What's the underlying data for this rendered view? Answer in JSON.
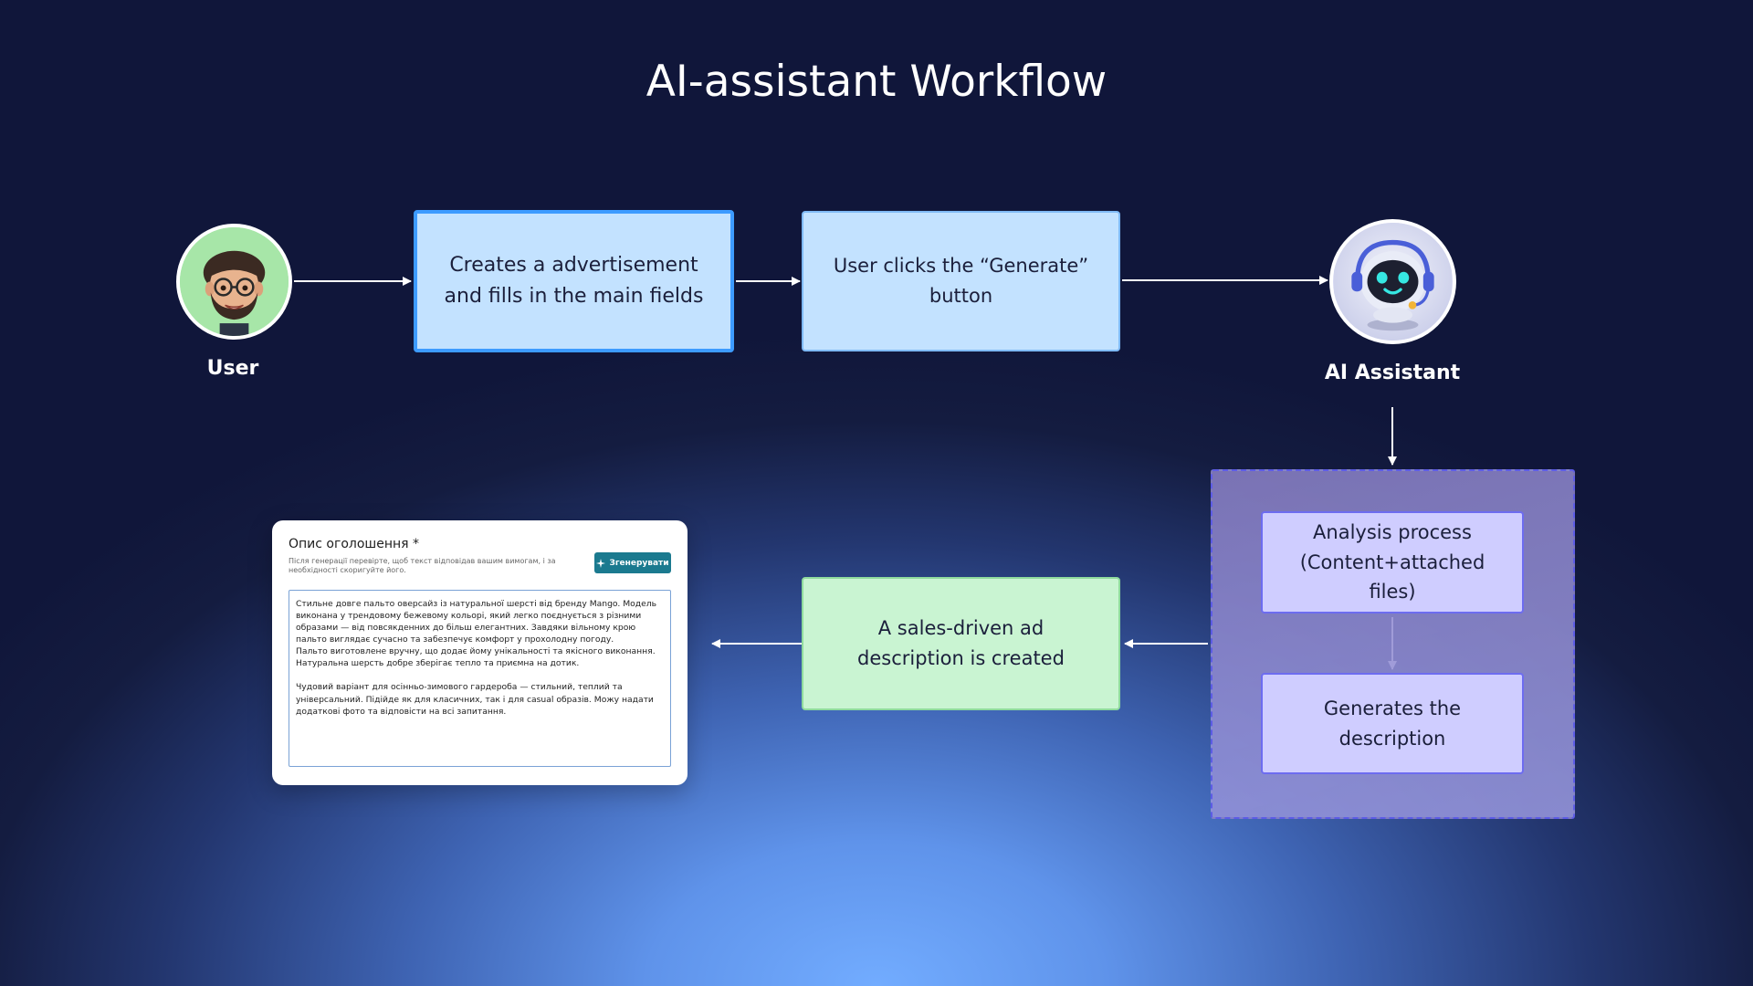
{
  "title": "AI-assistant Workflow",
  "nodes": {
    "user_label": "User",
    "ai_label": "AI Assistant",
    "create_ad": "Creates a advertisement and fills in the main fields",
    "click_generate": "User clicks the “Generate” button",
    "analysis": "Analysis process (Content+attached files)",
    "generates": "Generates the description",
    "sales_desc": "A sales-driven ad description is created"
  },
  "icons": {
    "user": "user-memoji-avatar-icon",
    "ai": "robot-headset-avatar-icon",
    "sparkle": "sparkle-icon"
  },
  "preview_card": {
    "title": "Опис оголошення *",
    "hint": "Після генерації перевірте, щоб текст відповідав вашим вимогам, і за необхідності скоригуйте його.",
    "button_label": "Згенерувати",
    "text": "Стильне довге пальто оверсайз із натуральної шерсті від бренду Mango. Модель виконана у трендовому бежевому кольорі, який легко поєднується з різними образами — від повсякденних до більш елегантних. Завдяки вільному крою пальто виглядає сучасно та забезпечує комфорт у прохолодну погоду.\nПальто виготовлене вручну, що додає йому унікальності та якісного виконання. Натуральна шерсть добре зберігає тепло та приємна на дотик.\n\nЧудовий варіант для осінньо-зимового гардероба — стильний, теплий та універсальний. Підійде як для класичних, так і для casual образів. Можу надати додаткові фото та відповісти на всі запитання."
  },
  "colors": {
    "accent_blue": "#3d9bff",
    "box_blue": "#c3e2ff",
    "box_green": "#c9f4d2",
    "box_violet": "#cfcdff",
    "panel_border": "#5d5ce6",
    "button_teal": "#1b7a8f"
  }
}
